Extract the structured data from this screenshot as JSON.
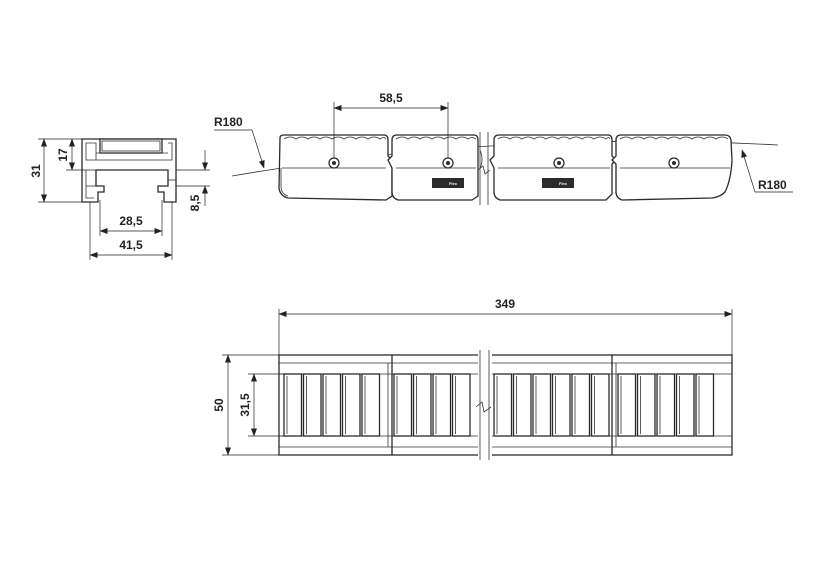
{
  "dimensions": {
    "height_31": "31",
    "height_17": "17",
    "width_28_5": "28,5",
    "width_41_5": "41,5",
    "offset_8_5": "8,5",
    "pitch_58_5": "58,5",
    "radius_left": "R180",
    "radius_right": "R180",
    "length_349": "349",
    "width_50": "50",
    "inner_31_5": "31,5"
  },
  "logo_text": "Flex"
}
